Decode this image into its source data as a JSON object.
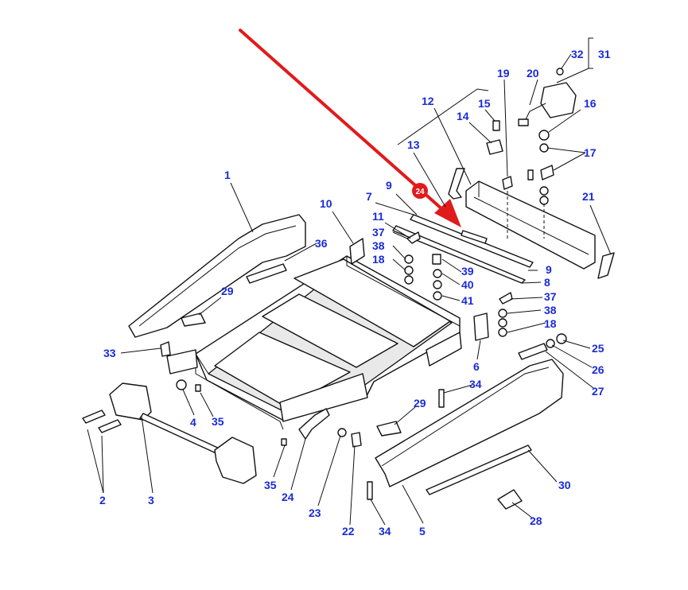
{
  "diagram": {
    "callouts": [
      "1",
      "2",
      "3",
      "4",
      "5",
      "6",
      "7",
      "8",
      "9",
      "9",
      "10",
      "11",
      "12",
      "13",
      "14",
      "15",
      "16",
      "17",
      "18",
      "18",
      "19",
      "20",
      "21",
      "22",
      "23",
      "24",
      "25",
      "26",
      "27",
      "28",
      "29",
      "29",
      "30",
      "31",
      "32",
      "33",
      "34",
      "34",
      "35",
      "35",
      "36",
      "37",
      "37",
      "38",
      "38",
      "39",
      "40",
      "41"
    ],
    "marker_text": "24",
    "accent_color": "#e01b1b",
    "label_color": "#1a2bd6"
  }
}
